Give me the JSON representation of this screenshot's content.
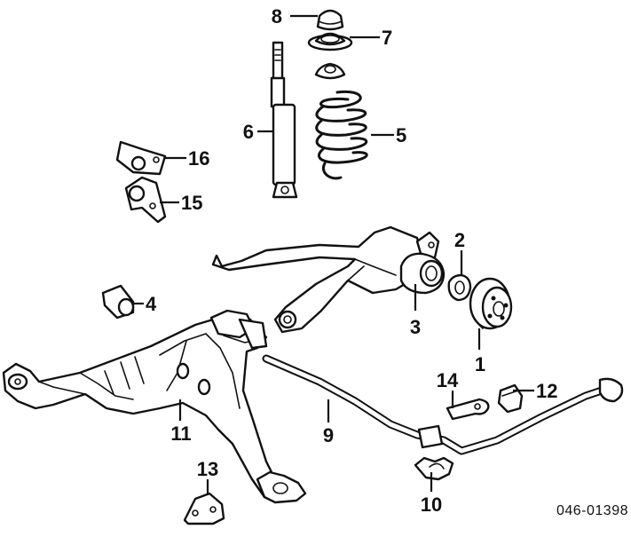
{
  "diagram": {
    "reference_code": "046-01398",
    "callouts": {
      "c1": "1",
      "c2": "2",
      "c3": "3",
      "c4": "4",
      "c5": "5",
      "c6": "6",
      "c7": "7",
      "c8": "8",
      "c9": "9",
      "c10": "10",
      "c11": "11",
      "c12": "12",
      "c13": "13",
      "c14": "14",
      "c15": "15",
      "c16": "16"
    }
  }
}
